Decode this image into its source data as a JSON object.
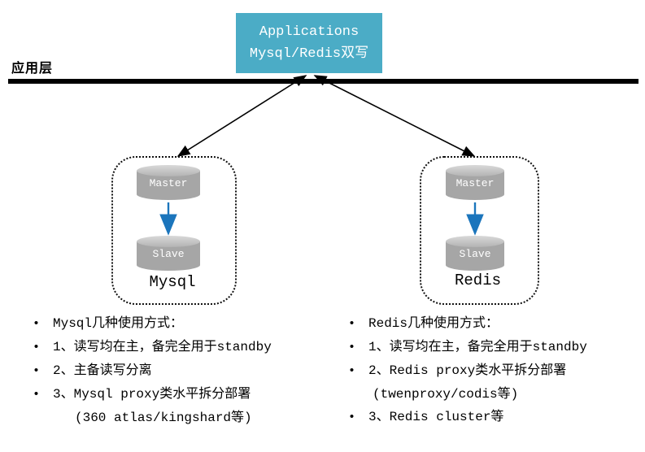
{
  "colors": {
    "accent_teal": "#4BACC6",
    "cylinder_gray": "#A6A6A6",
    "arrow_blue": "#1B75BC",
    "line_black": "#000000"
  },
  "app_layer": {
    "label": "应用层"
  },
  "applications_box": {
    "line1": "Applications",
    "line2": "Mysql/Redis双写"
  },
  "mysql_group": {
    "master_label": "Master",
    "slave_label": "Slave",
    "group_label": "Mysql"
  },
  "redis_group": {
    "master_label": "Master",
    "slave_label": "Slave",
    "group_label": "Redis"
  },
  "mysql_notes": {
    "items": [
      {
        "text": "Mysql几种使用方式："
      },
      {
        "text": "1、读写均在主，备完全用于standby"
      },
      {
        "text": "2、主备读写分离"
      },
      {
        "text": "3、Mysql proxy类水平拆分部署"
      },
      {
        "text": "(360 atlas/kingshard等)"
      }
    ]
  },
  "redis_notes": {
    "items": [
      {
        "text": "Redis几种使用方式："
      },
      {
        "text": "1、读写均在主，备完全用于standby"
      },
      {
        "text": "2、Redis proxy类水平拆分部署"
      },
      {
        "text": "(twenproxy/codis等)"
      },
      {
        "text": "3、Redis cluster等"
      }
    ]
  }
}
